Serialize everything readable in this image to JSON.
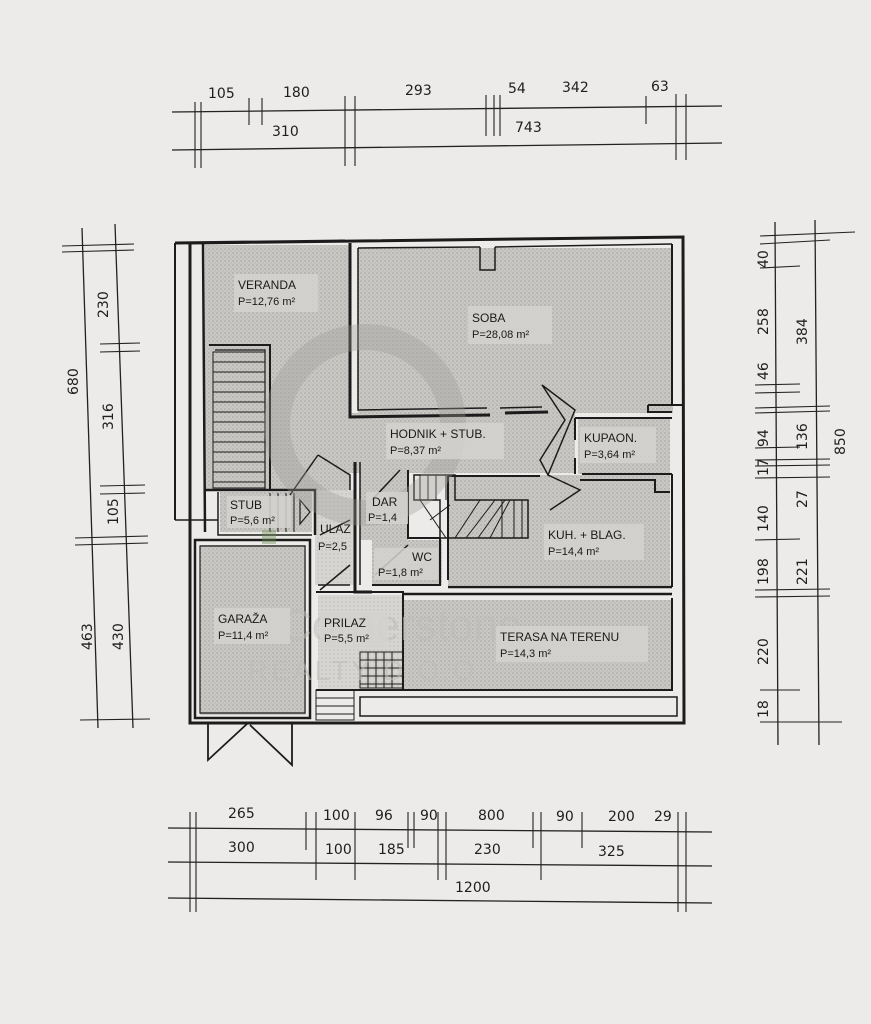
{
  "rooms": {
    "veranda": {
      "name": "VERANDA",
      "area": "P=12,76 m²"
    },
    "soba": {
      "name": "SOBA",
      "area": "P=28,08 m²"
    },
    "hodnik": {
      "name": "HODNIK + STUB.",
      "area": "P=8,37 m²"
    },
    "kupaon": {
      "name": "KUPAON.",
      "area": "P=3,64 m²"
    },
    "stub": {
      "name": "STUB",
      "area": "P=5,6 m²"
    },
    "ulaz": {
      "name": "ULAZ",
      "area": "P=2,5"
    },
    "dar": {
      "name": "DAR",
      "area": "P=1,4"
    },
    "wc": {
      "name": "WC",
      "area": "P=1,8 m²"
    },
    "kuhinja": {
      "name": "KUH. + BLAG.",
      "area": "P=14,4 m²"
    },
    "garaza": {
      "name": "GARAŽA",
      "area": "P=11,4 m²"
    },
    "prilaz": {
      "name": "PRILAZ",
      "area": "P=5,5 m²"
    },
    "terasa": {
      "name": "TERASA NA TERENU",
      "area": "P=14,3 m²"
    }
  },
  "dimensions": {
    "top_row1": [
      "105",
      "180",
      "293",
      "54",
      "342",
      "63"
    ],
    "top_row2": [
      "310",
      "743"
    ],
    "left_outer": [
      "680",
      "463"
    ],
    "left_inner": [
      "230",
      "316",
      "105",
      "430"
    ],
    "right_inner": [
      "40",
      "258",
      "46",
      "94",
      "17",
      "140",
      "198",
      "220",
      "18"
    ],
    "right_mid": [
      "384",
      "136",
      "27",
      "221"
    ],
    "right_outer": [
      "850"
    ],
    "bottom_row1": [
      "265",
      "100",
      "96",
      "90",
      "800",
      "90",
      "200",
      "29"
    ],
    "bottom_row2": [
      "300",
      "100",
      "185",
      "230",
      "325"
    ],
    "bottom_total": "1200"
  },
  "watermark": {
    "brand": "Cornerstone",
    "sub": "REALTY D.O.O"
  }
}
